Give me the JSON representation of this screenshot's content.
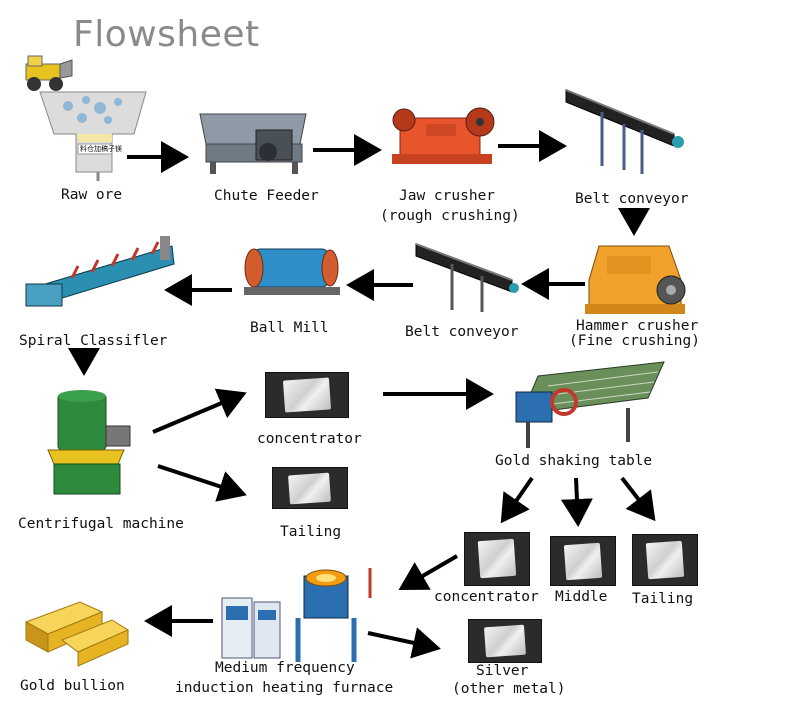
{
  "diagram": {
    "title": "Flowsheet",
    "hopper_sign": "料仓加稿子镁",
    "nodes": {
      "raw_ore": "Raw ore",
      "chute_feeder": "Chute Feeder",
      "jaw_crusher": "Jaw crusher",
      "jaw_crusher_note": "(rough crushing)",
      "belt_conveyor_1": "Belt conveyor",
      "hammer_crusher": "Hammer crusher",
      "hammer_crusher_note": "(Fine crushing)",
      "belt_conveyor_2": "Belt conveyor",
      "ball_mill": "Ball Mill",
      "spiral_classifier": "Spiral Classifler",
      "centrifugal_machine": "Centrifugal machine",
      "concentrator_1": "concentrator",
      "tailing_1": "Tailing",
      "gold_shaking_table": "Gold shaking table",
      "concentrator_2": "concentrator",
      "middle": "Middle",
      "tailing_2": "Tailing",
      "furnace_line1": "Medium frequency",
      "furnace_line2": "induction heating furnace",
      "silver_line1": "Silver",
      "silver_line2": "(other metal)",
      "gold_bullion": "Gold bullion"
    },
    "colors": {
      "arrow": "#000000",
      "title": "#8a8a8a",
      "jaw_crusher": "#e8542b",
      "hammer_crusher": "#f0a22a",
      "ball_mill": "#2f8fc9",
      "centrifuge": "#2e8b3e",
      "gold": "#e6b422"
    }
  }
}
